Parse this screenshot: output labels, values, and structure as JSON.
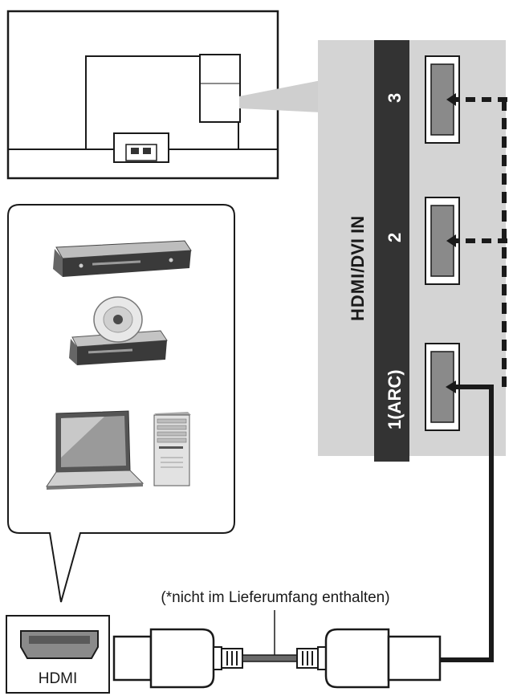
{
  "panel": {
    "brand_label": "HDMI",
    "label_suffix": "/DVI IN",
    "ports": [
      {
        "label": "3"
      },
      {
        "label": "2"
      },
      {
        "label": "1(ARC)"
      }
    ]
  },
  "source_devices": [
    {
      "icon": "dvd-player-icon"
    },
    {
      "icon": "bluray-player-icon"
    },
    {
      "icon": "laptop-icon"
    },
    {
      "icon": "desktop-tower-icon"
    }
  ],
  "source_port": {
    "label": "HDMI"
  },
  "cable_note": "(*nicht im Lieferumfang enthalten)",
  "colors": {
    "line": "#1a1a1a",
    "panel_light": "#d4d4d4",
    "panel_dark": "#333333",
    "port_fill": "#8a8a8a"
  }
}
